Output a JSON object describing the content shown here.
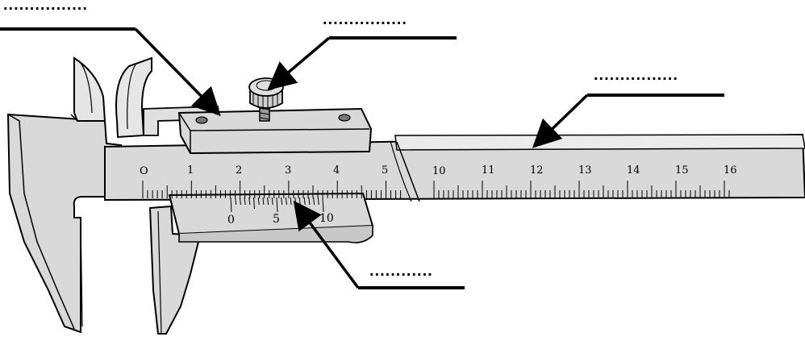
{
  "diagram": {
    "kind": "vernier-caliper",
    "colors": {
      "line": "#000000",
      "body": "#d9d9d9",
      "body_dark": "#b8b8b8",
      "body_light": "#ebebeb",
      "background": "#ffffff"
    },
    "blanks": {
      "top_left": "................",
      "top_center": "................",
      "right": "................",
      "bottom": "............"
    },
    "main_scale": {
      "labels": [
        "O",
        "1",
        "2",
        "3",
        "4",
        "5",
        "10",
        "11",
        "12",
        "13",
        "14",
        "15",
        "16"
      ]
    },
    "vernier_scale": {
      "labels": [
        "0",
        "5",
        "10"
      ]
    }
  }
}
